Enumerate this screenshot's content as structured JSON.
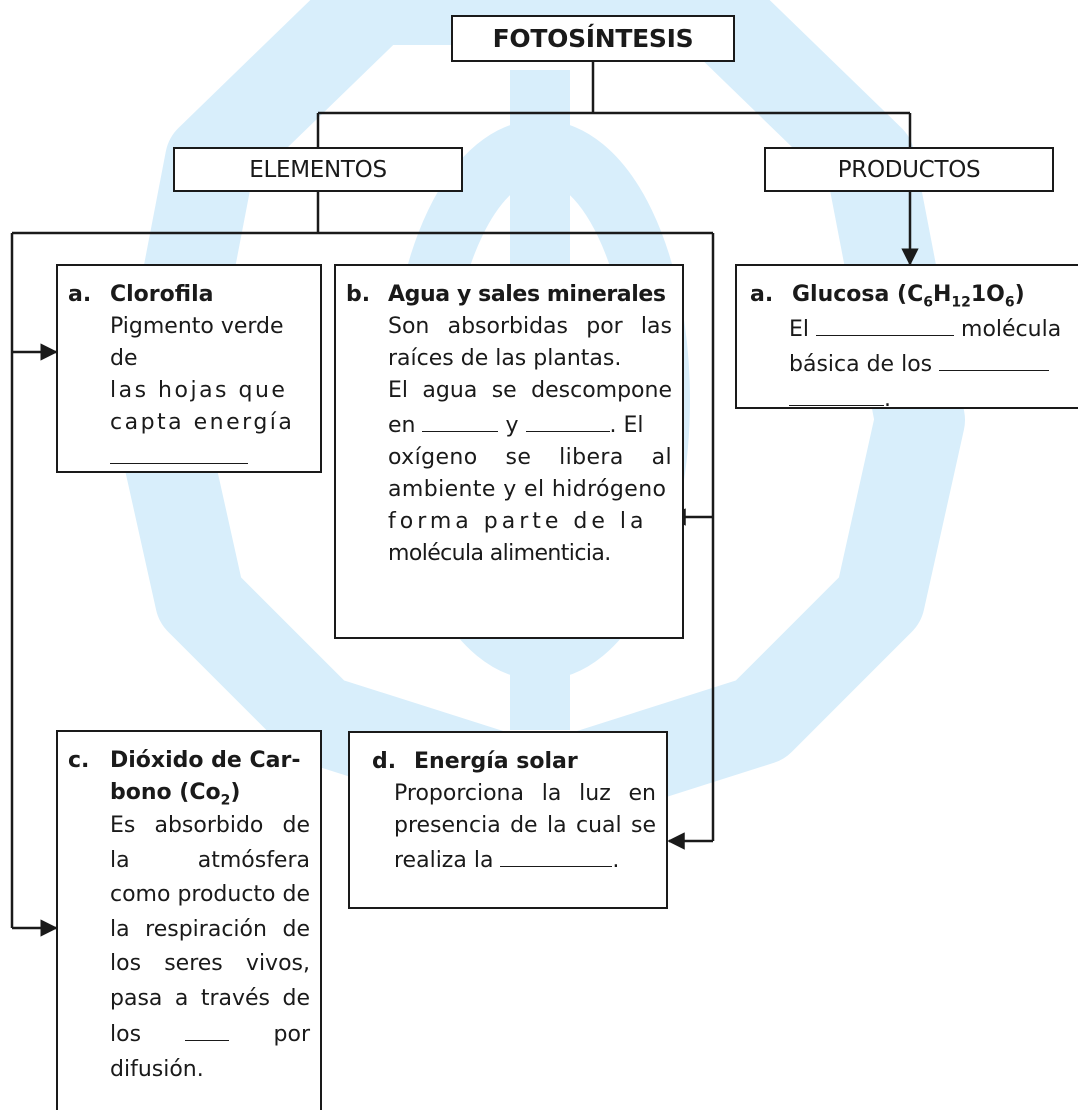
{
  "watermark_color": "#d8eefb",
  "title": "FOTOSÍNTESIS",
  "branches": {
    "elementos": "ELEMENTOS",
    "productos": "PRODUCTOS"
  },
  "cards": {
    "clorofila": {
      "letter": "a.",
      "title": "Clorofila",
      "lines": [
        "Pigmento verde de",
        "las hojas que",
        "capta energía"
      ]
    },
    "agua": {
      "letter": "b.",
      "title": "Agua y sales minerales",
      "line1": "Son absorbidas por las raíces de las plantas.",
      "line2_start": "El agua se descompone en",
      "line2_y": "y",
      "line2_end": ". El",
      "line3": "oxígeno se libera al ambiente y el hidrógeno",
      "line4": "forma parte de la",
      "line5": "molécula alimenticia."
    },
    "glucosa": {
      "letter": "a.",
      "title_start": "Glucosa (C",
      "sub1": "6",
      "mid1": "H",
      "sub2": "12",
      "mid2": "1O",
      "sub3": "6",
      "title_end": ")",
      "line1_start": "El",
      "line1_end": "molécula",
      "line2": "básica de los",
      "line3_end": "."
    },
    "dioxido": {
      "letter": "c.",
      "title_line1": "Dióxido de Car-",
      "title_line2_start": "bono (Co",
      "title_sub": "2",
      "title_line2_end": ")",
      "body": "Es absorbido de la atmósfera como producto de la respiración de los seres vivos, pasa a través de los",
      "body_end": "por difusión."
    },
    "energia": {
      "letter": "d.",
      "title": "Energía solar",
      "body": "Proporciona la luz en presencia de la cual se realiza la",
      "body_end": "."
    }
  }
}
